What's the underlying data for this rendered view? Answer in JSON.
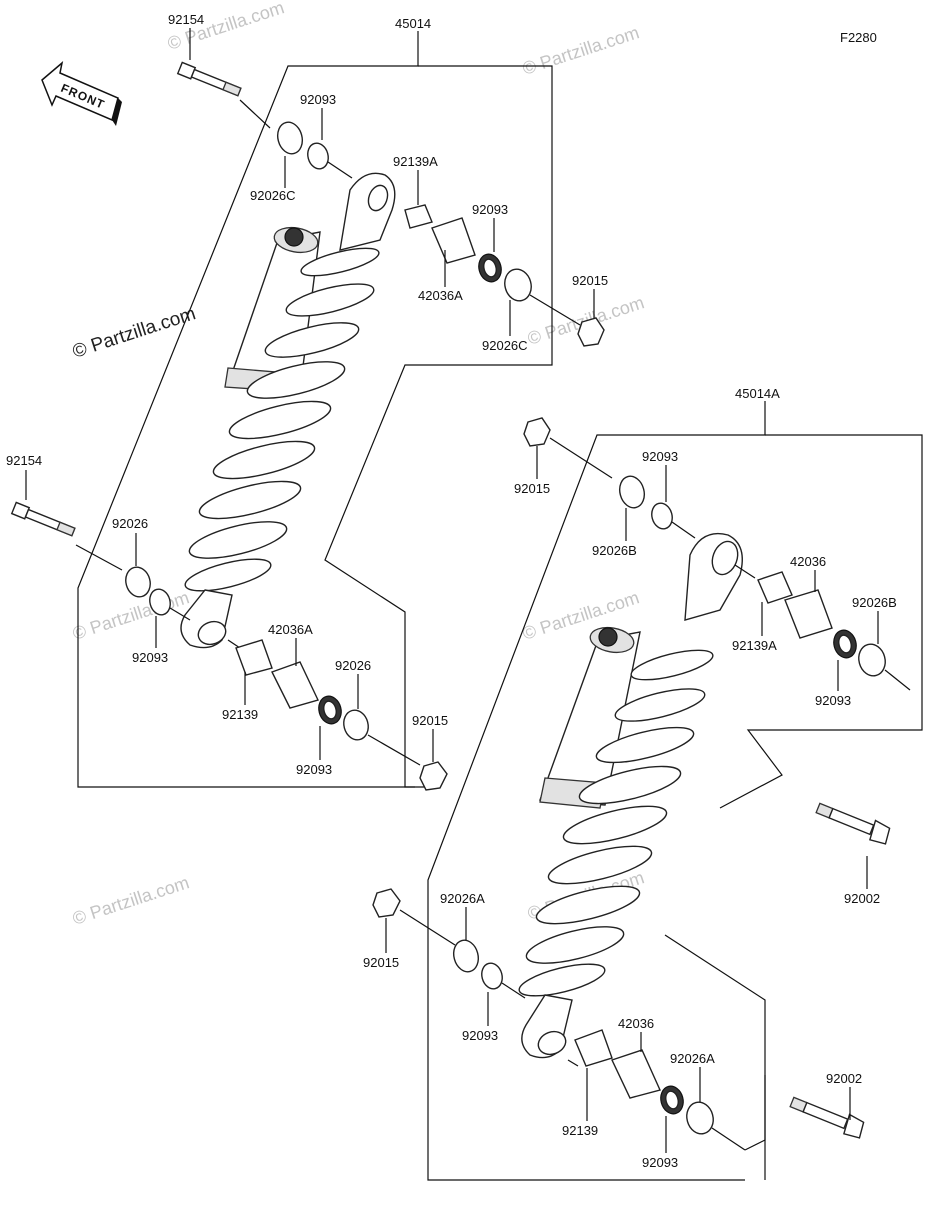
{
  "diagram_code": "F2280",
  "front_arrow_label": "FRONT",
  "watermark_main": "© Partzilla.com",
  "watermark_repeat": "© Partzilla.com",
  "assemblies": [
    {
      "id": "upper",
      "number": "45014"
    },
    {
      "id": "lower",
      "number": "45014A"
    }
  ],
  "callouts": {
    "a1_bolt": "92154",
    "a1_washer_top": "92093",
    "a1_collar_top": "92026C",
    "a1_bush_top": "92139A",
    "a1_washer_top_r": "92093",
    "a1_sleeve_top": "42036A",
    "a1_nut_top": "92015",
    "a1_collar_top_r": "92026C",
    "a1_bolt_bottom": "92154",
    "a1_collar_bottom": "92026",
    "a1_washer_bottom": "92093",
    "a1_sleeve_bottom": "42036A",
    "a1_bush_bottom": "92139",
    "a1_collar_bottom_r": "92026",
    "a1_nut_bottom": "92015",
    "a1_washer_bottom_r": "92093",
    "a2_nut_top": "92015",
    "a2_washer_top": "92093",
    "a2_collar_top": "92026B",
    "a2_sleeve_top": "42036",
    "a2_collar_top_r": "92026B",
    "a2_bush_top": "92139A",
    "a2_washer_top_r": "92093",
    "a2_bolt_top": "92002",
    "a2_nut_bottom": "92015",
    "a2_collar_bottom": "92026A",
    "a2_washer_bottom": "92093",
    "a2_sleeve_bottom": "42036",
    "a2_collar_bottom_r": "92026A",
    "a2_bolt_bottom": "92002",
    "a2_bush_bottom": "92139",
    "a2_washer_bottom_r": "92093"
  }
}
